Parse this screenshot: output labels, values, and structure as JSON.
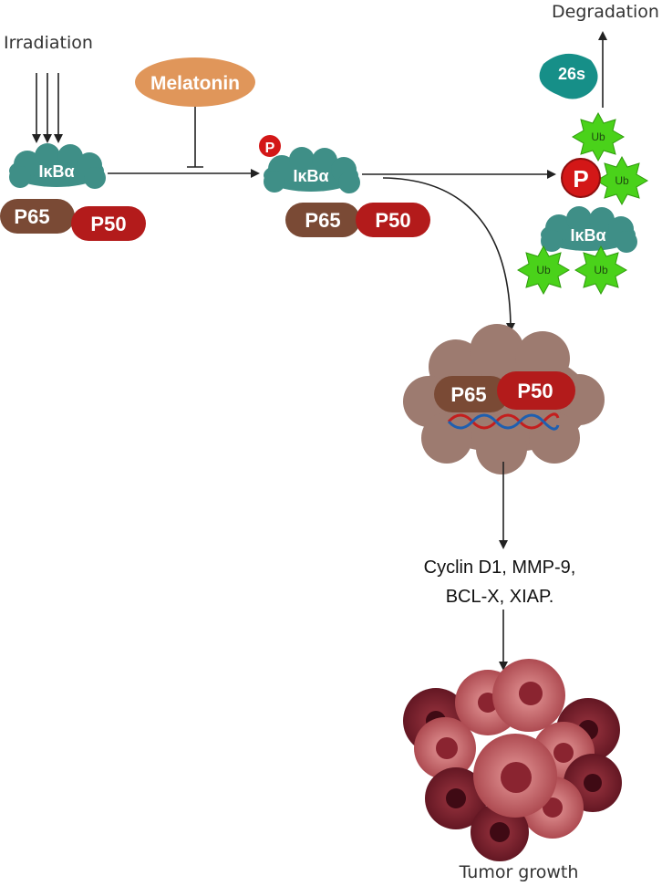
{
  "labels": {
    "irradiation": "Irradiation",
    "melatonin": "Melatonin",
    "degradation": "Degradation",
    "proteasome": "26s",
    "ikba": "IκBα",
    "p65": "P65",
    "p50": "P50",
    "phospho": "P",
    "ub": "Ub",
    "genes_line1": "Cyclin D1, MMP-9,",
    "genes_line2": "BCL-X, XIAP.",
    "tumor": "Tumor growth"
  },
  "colors": {
    "ikba": "#3f8f87",
    "p65": "#7a4a35",
    "p50": "#b31b1b",
    "melatonin": "#e0965a",
    "proteasome": "#168f88",
    "ub": "#4ad21a",
    "nucleus": "#9d7b70",
    "phospho": "#d31717"
  }
}
